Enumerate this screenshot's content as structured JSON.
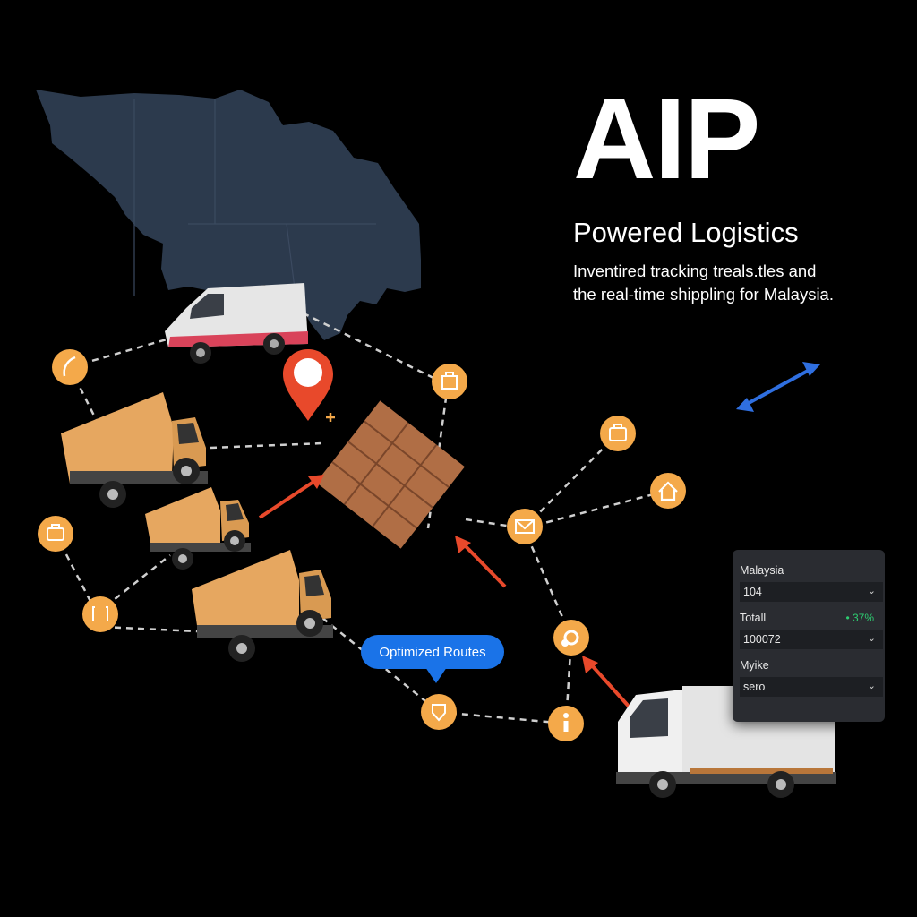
{
  "hero": {
    "title": "AIP",
    "subtitle": "Powered Logistics",
    "description_line1": "Inventired tracking treals.tles and",
    "description_line2": "the real-time shippling for Malaysia."
  },
  "route_label": "Optimized Routes",
  "panel": {
    "label1": "Malaysia",
    "value1": "104",
    "label2": "Totall",
    "change2": "• 37%",
    "value2": "100072",
    "label3": "Myike",
    "value3": "sero"
  },
  "colors": {
    "background": "#000000",
    "map_fill": "#2c3a4d",
    "node_fill": "#f4a94a",
    "accent_arrow": "#e8492b",
    "blue_arrow": "#2f6fe0",
    "route_pill": "#1a73e8",
    "panel_bg": "#2a2c31"
  },
  "icons": [
    "phone-icon",
    "briefcase-icon",
    "bracket-icon",
    "shopping-bag-icon",
    "bag-icon",
    "home-icon",
    "mail-icon",
    "settings-icon",
    "info-icon",
    "location-pin-icon",
    "shield-icon"
  ]
}
